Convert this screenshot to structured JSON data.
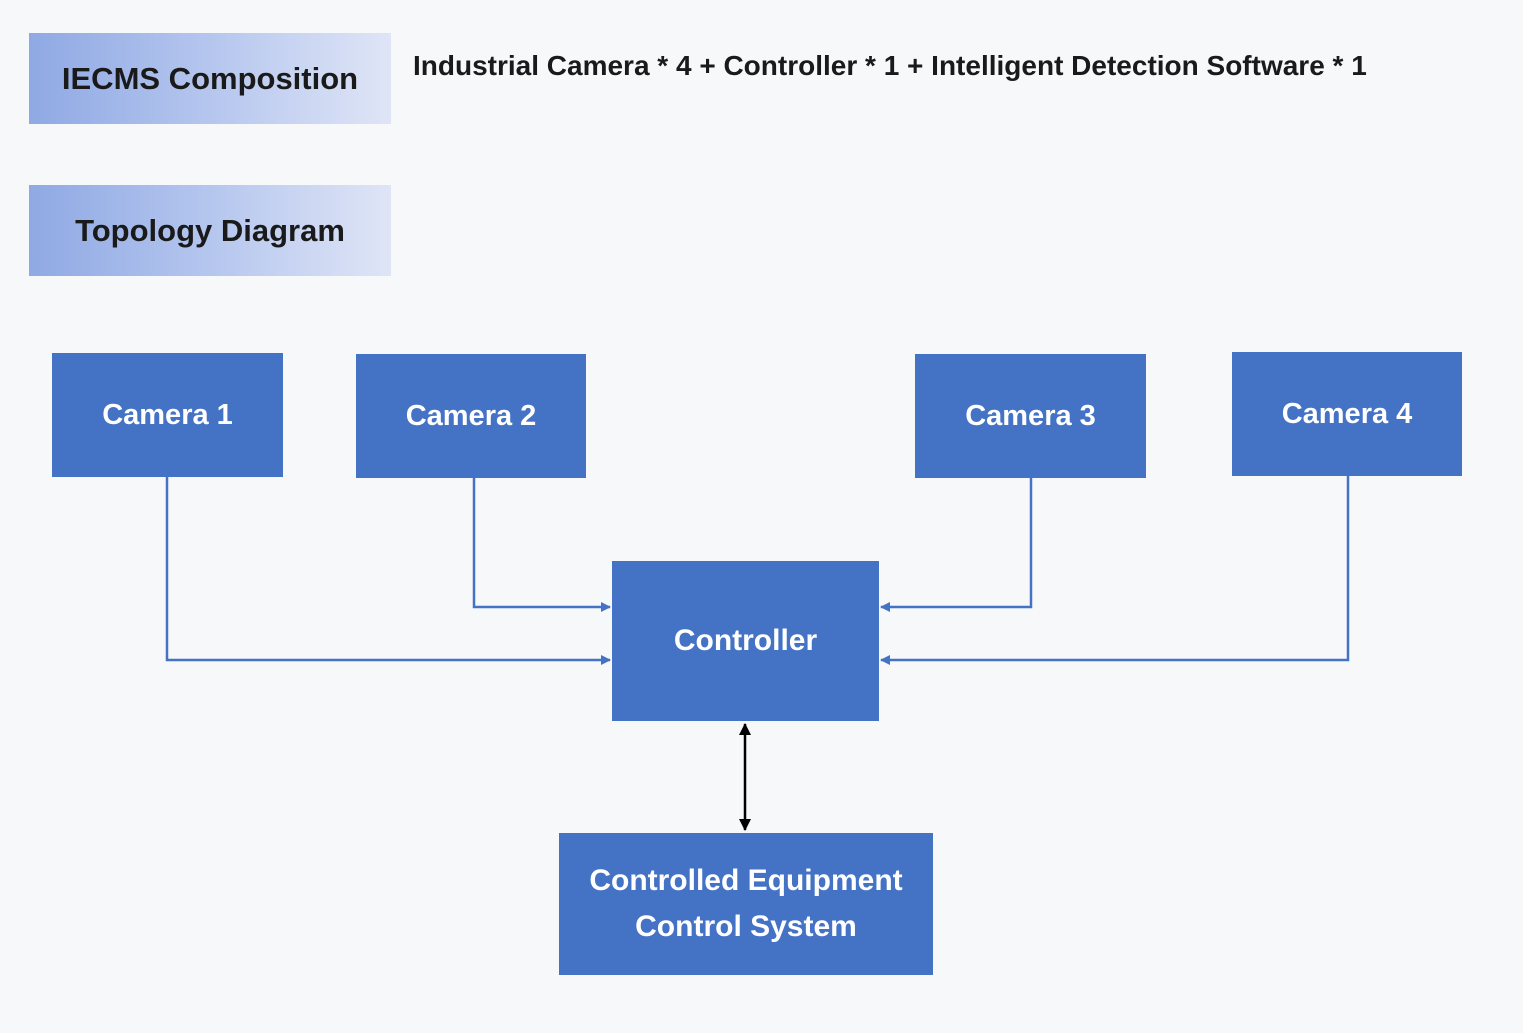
{
  "composition": {
    "header": "IECMS Composition",
    "text": "Industrial Camera * 4 + Controller * 1 + Intelligent Detection Software * 1"
  },
  "topology": {
    "header": "Topology Diagram"
  },
  "nodes": {
    "camera_1": "Camera 1",
    "camera_2": "Camera 2",
    "camera_3": "Camera 3",
    "camera_4": "Camera 4",
    "controller": "Controller",
    "equipment_line1": "Controlled Equipment",
    "equipment_line2": "Control System"
  },
  "colors": {
    "node_fill": "#4472c4",
    "node_text": "#ffffff",
    "camera_connector": "#4472c4",
    "equipment_connector": "#000000"
  }
}
